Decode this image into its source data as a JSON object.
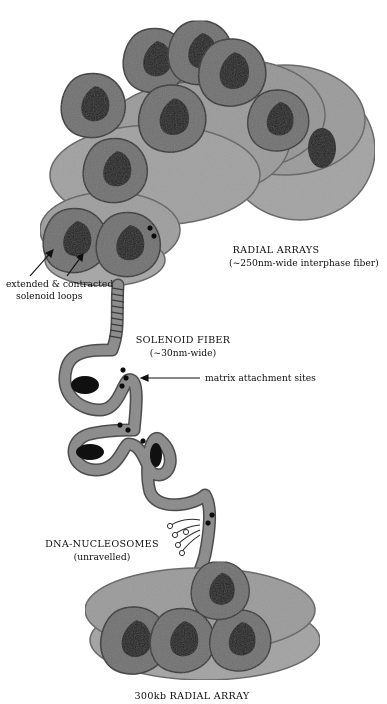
{
  "labels": {
    "radial_arrays_title": "RADIAL ARRAYS",
    "radial_arrays_sub": "(~250nm-wide interphase fiber)",
    "loops_line1": "extended & contracted",
    "loops_line2": "solenoid loops",
    "solenoid_title": "SOLENOID FIBER",
    "solenoid_sub": "(~30nm-wide)",
    "matrix_sites": "matrix attachment sites",
    "dna_title": "DNA-NUCLEOSOMES",
    "dna_sub": "(unravelled)",
    "bottom_title": "300kb RADIAL ARRAY"
  },
  "colors": {
    "disc_fill": "#9a9a9a",
    "disc_edge": "#5f5f5f",
    "loop_fill": "#6e6e6e",
    "loop_core": "#111111",
    "fiber": "#8a8a8a",
    "text": "#111111"
  }
}
